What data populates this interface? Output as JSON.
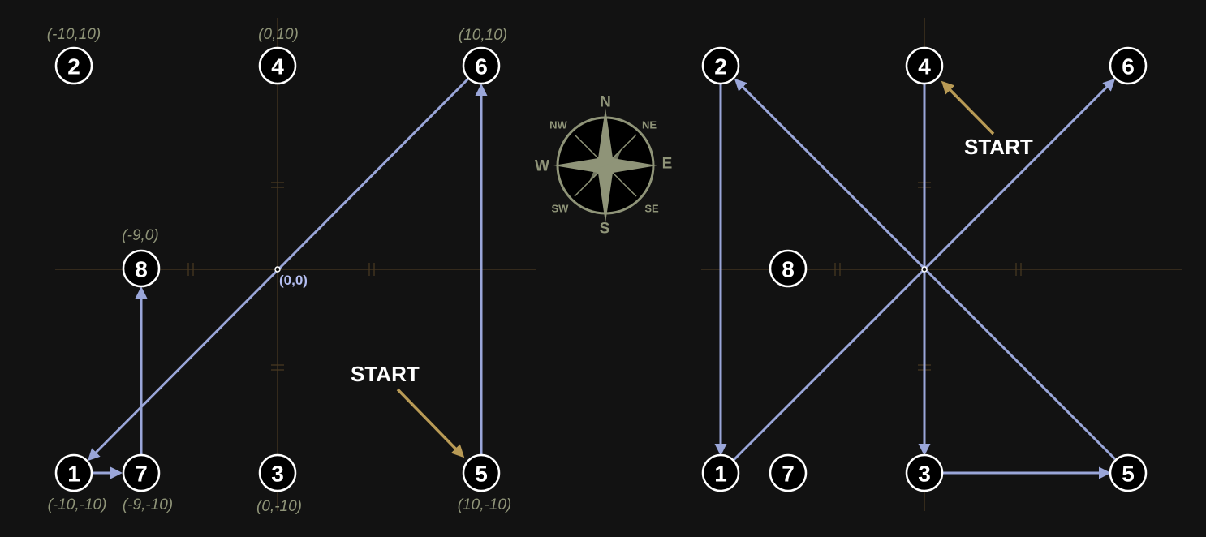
{
  "left_panel": {
    "nodes": [
      {
        "id": "1",
        "label": "1",
        "coord": "(-10,-10)"
      },
      {
        "id": "2",
        "label": "2",
        "coord": "(-10,10)"
      },
      {
        "id": "3",
        "label": "3",
        "coord": "(0,-10)"
      },
      {
        "id": "4",
        "label": "4",
        "coord": "(0,10)"
      },
      {
        "id": "5",
        "label": "5",
        "coord": "(10,-10)"
      },
      {
        "id": "6",
        "label": "6",
        "coord": "(10,10)"
      },
      {
        "id": "7",
        "label": "7",
        "coord": "(-9,-10)"
      },
      {
        "id": "8",
        "label": "8",
        "coord": "(-9,0)"
      }
    ],
    "origin_label": "(0,0)",
    "start_label": "START",
    "path_order": [
      "5",
      "6",
      "1",
      "7",
      "8"
    ]
  },
  "right_panel": {
    "nodes": [
      {
        "id": "1",
        "label": "1"
      },
      {
        "id": "2",
        "label": "2"
      },
      {
        "id": "3",
        "label": "3"
      },
      {
        "id": "4",
        "label": "4"
      },
      {
        "id": "5",
        "label": "5"
      },
      {
        "id": "6",
        "label": "6"
      },
      {
        "id": "7",
        "label": "7"
      },
      {
        "id": "8",
        "label": "8"
      }
    ],
    "start_label": "START",
    "path_order": [
      "4",
      "3",
      "5",
      "2",
      "1",
      "6"
    ]
  },
  "compass": {
    "n": "N",
    "s": "S",
    "e": "E",
    "w": "W",
    "ne": "NE",
    "nw": "NW",
    "se": "SE",
    "sw": "SW"
  },
  "colors": {
    "background": "#121212",
    "path": "#9aa6d9",
    "start_arrow": "#b89a55",
    "axis": "#4a3a22",
    "coord_text": "#8f9478",
    "compass": "#8f9478"
  }
}
